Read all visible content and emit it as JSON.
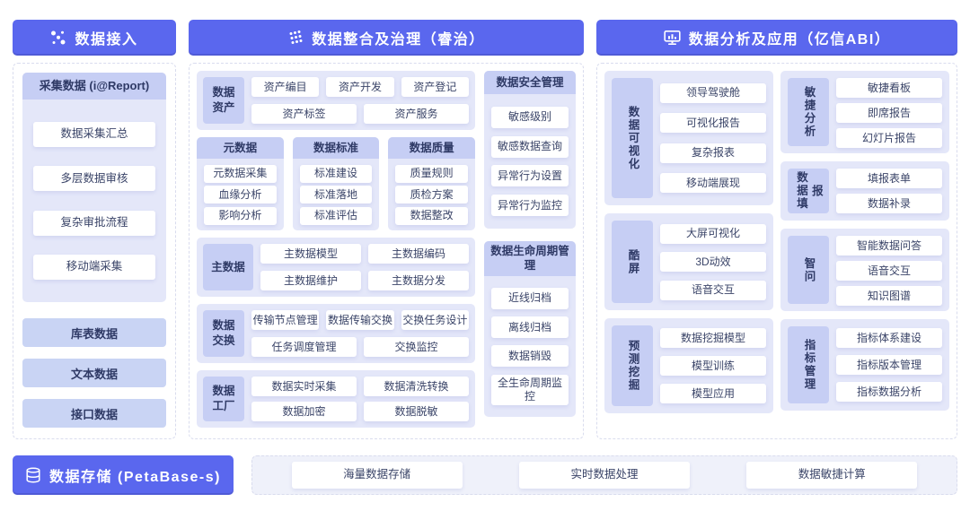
{
  "palette": {
    "header_blue": "#5A67EE",
    "group_bg": "#E4E7F9",
    "label_bg": "#C6CEF4",
    "solid_item_bg": "#C9D4F4"
  },
  "access": {
    "header": "数据接入",
    "collect": {
      "title": "采集数据 (i@Report)",
      "items": [
        "数据采集汇总",
        "多层数据审核",
        "复杂审批流程",
        "移动端采集"
      ]
    },
    "sources": [
      "库表数据",
      "文本数据",
      "接口数据"
    ]
  },
  "governance": {
    "header": "数据整合及治理（睿治）",
    "asset": {
      "label": "数据资产",
      "row1": [
        "资产编目",
        "资产开发",
        "资产登记"
      ],
      "row2": [
        "资产标签",
        "资产服务"
      ]
    },
    "meta": {
      "label": "元数据",
      "items": [
        "元数据采集",
        "血缘分析",
        "影响分析"
      ]
    },
    "standard": {
      "label": "数据标准",
      "items": [
        "标准建设",
        "标准落地",
        "标准评估"
      ]
    },
    "quality": {
      "label": "数据质量",
      "items": [
        "质量规则",
        "质检方案",
        "数据整改"
      ]
    },
    "master": {
      "label": "主数据",
      "row1": [
        "主数据模型",
        "主数据编码"
      ],
      "row2": [
        "主数据维护",
        "主数据分发"
      ]
    },
    "exchange": {
      "label": "数据交换",
      "row1": [
        "传输节点管理",
        "数据传输交换",
        "交换任务设计"
      ],
      "row2": [
        "任务调度管理",
        "交换监控"
      ]
    },
    "factory": {
      "label": "数据工厂",
      "row1": [
        "数据实时采集",
        "数据清洗转换"
      ],
      "row2": [
        "数据加密",
        "数据脱敏"
      ]
    },
    "security": {
      "label": "数据安全管理",
      "items": [
        "敏感级别",
        "敏感数据查询",
        "异常行为设置",
        "异常行为监控"
      ]
    },
    "lifecycle": {
      "label": "数据生命周期管理",
      "items": [
        "近线归档",
        "离线归档",
        "数据销毁",
        "全生命周期监控"
      ]
    }
  },
  "analysis": {
    "header": "数据分析及应用（亿信ABI）",
    "visual": {
      "label": "数据可视化",
      "items": [
        "领导驾驶舱",
        "可视化报告",
        "复杂报表",
        "移动端展现"
      ]
    },
    "cool": {
      "label": "酷屏",
      "items": [
        "大屏可视化",
        "3D动效",
        "语音交互"
      ]
    },
    "mining": {
      "label": "预测挖掘",
      "items": [
        "数据挖掘模型",
        "模型训练",
        "模型应用"
      ]
    },
    "agile": {
      "label": "敏捷分析",
      "items": [
        "敏捷看板",
        "即席报告",
        "幻灯片报告"
      ]
    },
    "filling": {
      "label": "数据填报",
      "items": [
        "填报表单",
        "数据补录"
      ]
    },
    "smartq": {
      "label": "智问",
      "items": [
        "智能数据问答",
        "语音交互",
        "知识图谱"
      ]
    },
    "indicator": {
      "label": "指标管理",
      "items": [
        "指标体系建设",
        "指标版本管理",
        "指标数据分析"
      ]
    }
  },
  "storage": {
    "header": "数据存储 (PetaBase-s)",
    "items": [
      "海量数据存储",
      "实时数据处理",
      "数据敏捷计算"
    ]
  }
}
